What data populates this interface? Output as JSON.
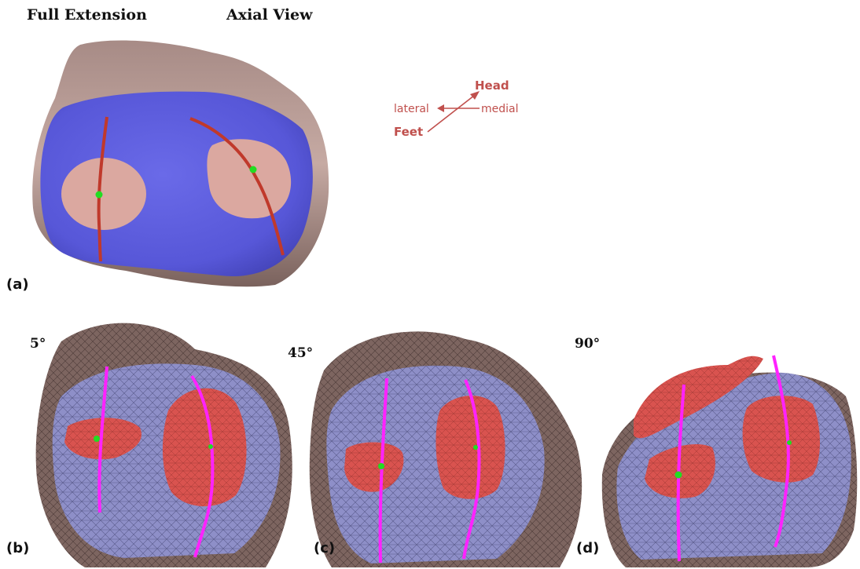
{
  "titles": {
    "left": "Full Extension",
    "right": "Axial View"
  },
  "orientation": {
    "head": "Head",
    "feet": "Feet",
    "lateral": "lateral",
    "medial": "medial"
  },
  "panels": [
    {
      "label": "(a)"
    },
    {
      "label": "(b)",
      "angle": "5°"
    },
    {
      "label": "(c)",
      "angle": "45°"
    },
    {
      "label": "(d)",
      "angle": "90°"
    }
  ],
  "colors": {
    "bone_shell": "#b89a94",
    "cartilage_blue": "#5c5ce0",
    "contact_pink": "#dba8a0",
    "track_red": "#c0392b",
    "mesh_blue": "#8e8fc8",
    "contact_red": "#d9534f",
    "track_magenta": "#ff22ff",
    "marker_green": "#22dd22",
    "orient_color": "#c0504d"
  }
}
